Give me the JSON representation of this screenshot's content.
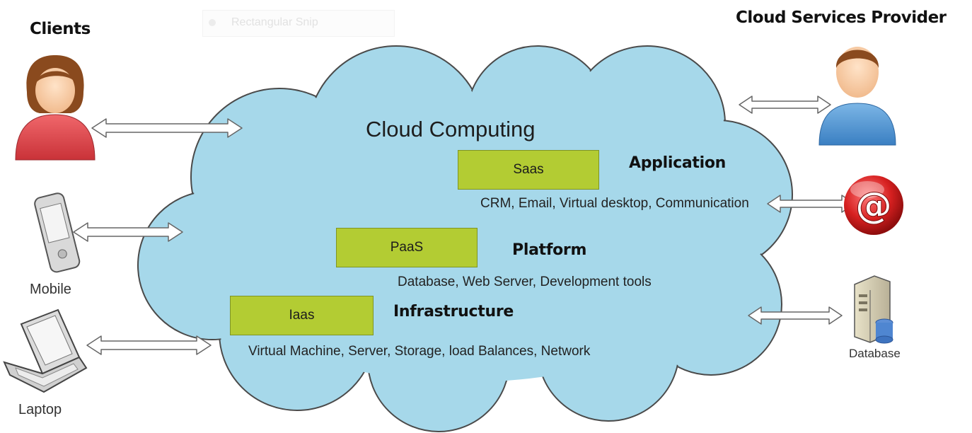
{
  "headings": {
    "clients": "Clients",
    "provider": "Cloud Services Provider"
  },
  "cloud": {
    "title": "Cloud Computing",
    "fill": "#a6d8ea",
    "layers": [
      {
        "box_label": "Saas",
        "title": "Application",
        "description": "CRM, Email, Virtual desktop, Communication"
      },
      {
        "box_label": "PaaS",
        "title": "Platform",
        "description": "Database, Web Server, Development tools"
      },
      {
        "box_label": "Iaas",
        "title": "Infrastructure",
        "description": "Virtual Machine, Server, Storage, load Balances, Network"
      }
    ]
  },
  "clients": {
    "mobile": "Mobile",
    "laptop": "Laptop"
  },
  "provider": {
    "database": "Database"
  },
  "ghost_toolbar": {
    "label": "Rectangular Snip"
  },
  "icons": [
    "user-female-icon",
    "user-male-icon",
    "mobile-phone-icon",
    "laptop-icon",
    "email-at-icon",
    "database-server-icon"
  ],
  "colors": {
    "box": "#b3cc33",
    "client_shirt": "#e0474c",
    "provider_shirt": "#4a90cf",
    "email_icon": "#d32424"
  }
}
